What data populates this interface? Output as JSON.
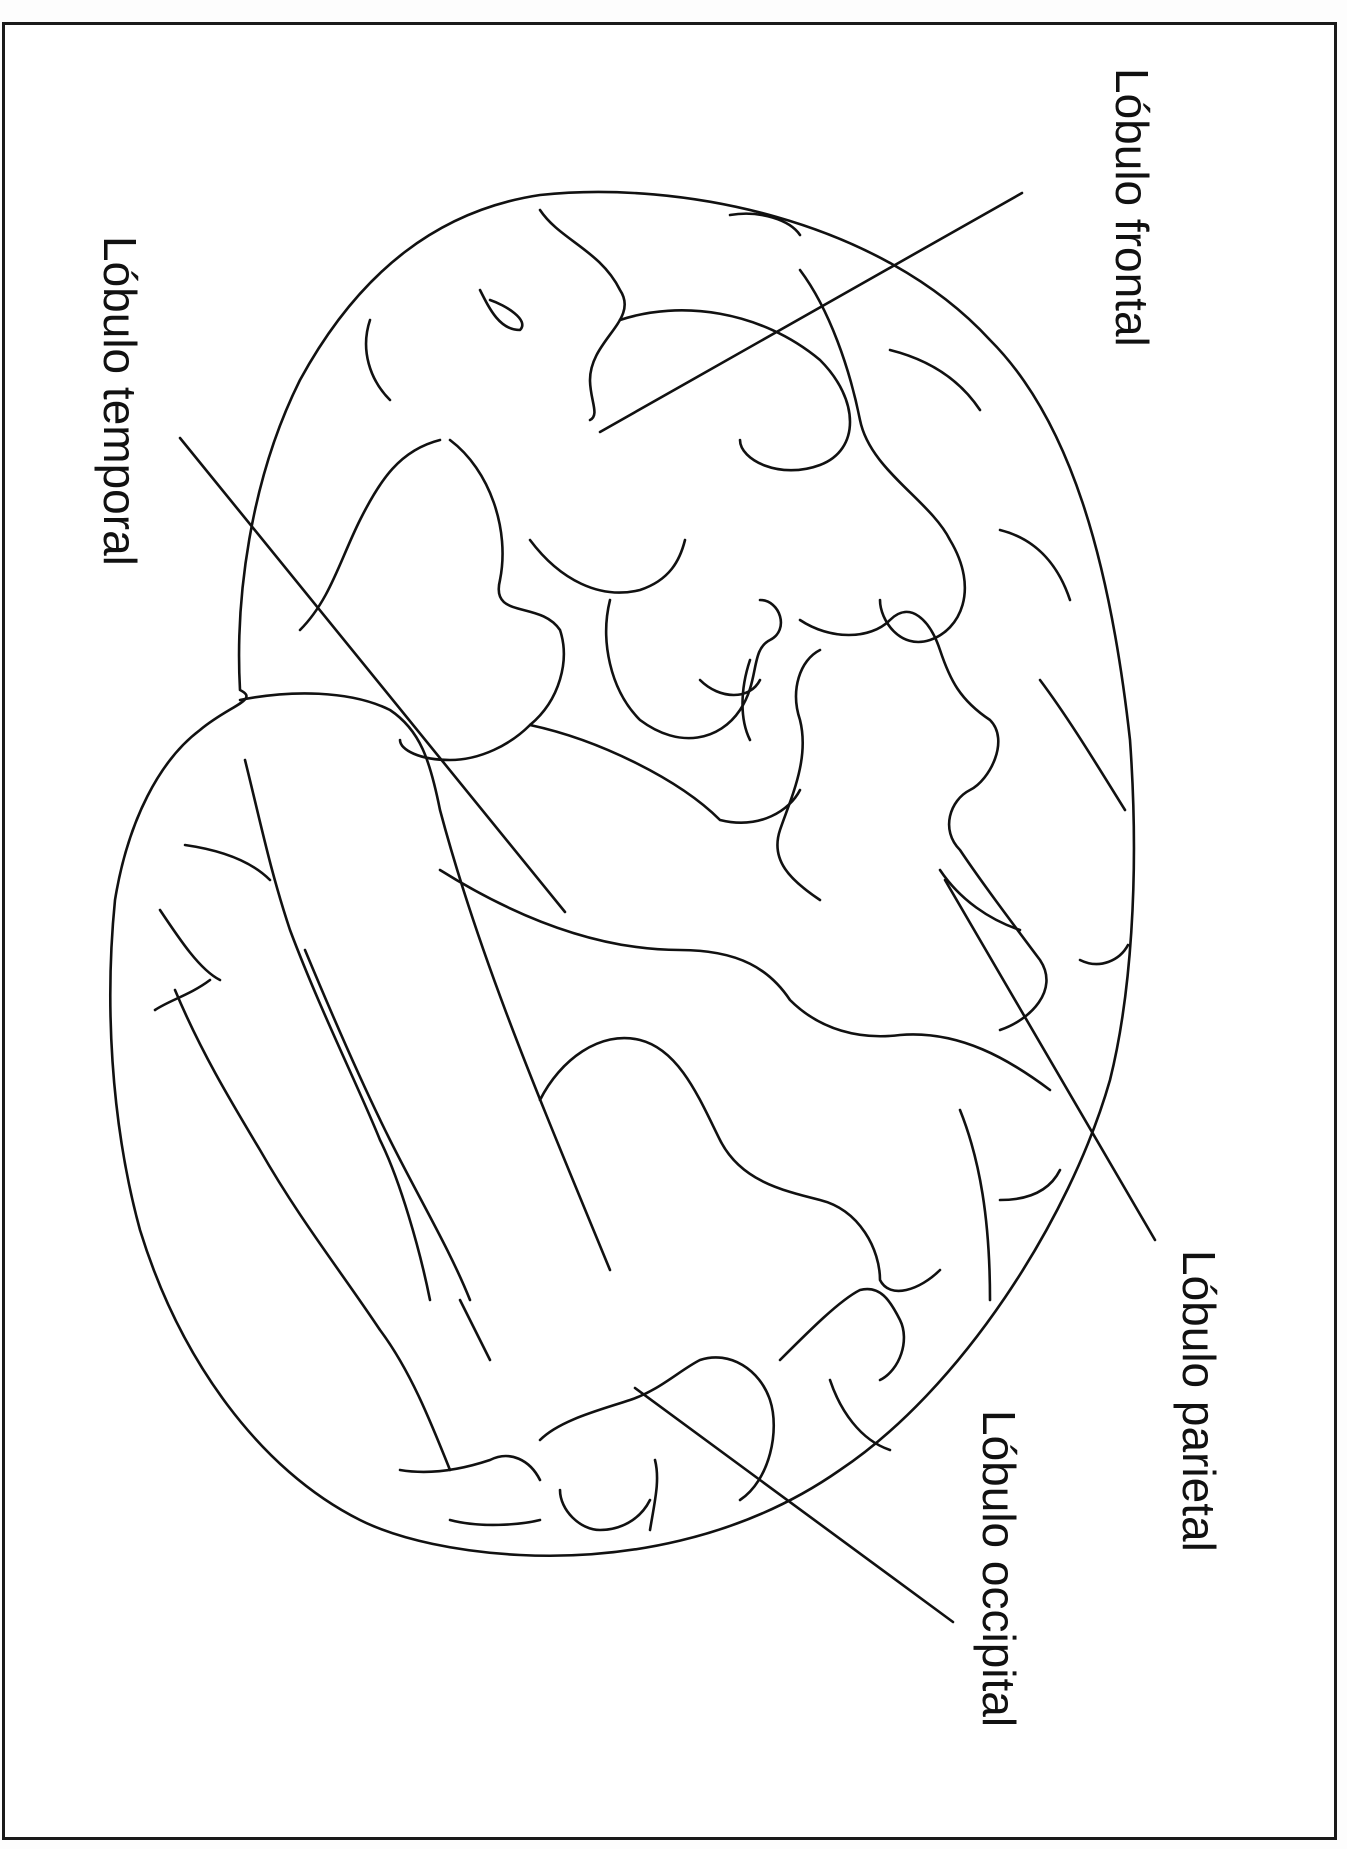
{
  "labels": {
    "frontal": "Lóbulo frontal",
    "temporal": "Lóbulo temporal",
    "parietal": "Lóbulo parietal",
    "occipital": "Lóbulo occipital"
  },
  "colors": {
    "line": "#111111",
    "background": "#ffffff",
    "frame": "#1a1a1a"
  }
}
